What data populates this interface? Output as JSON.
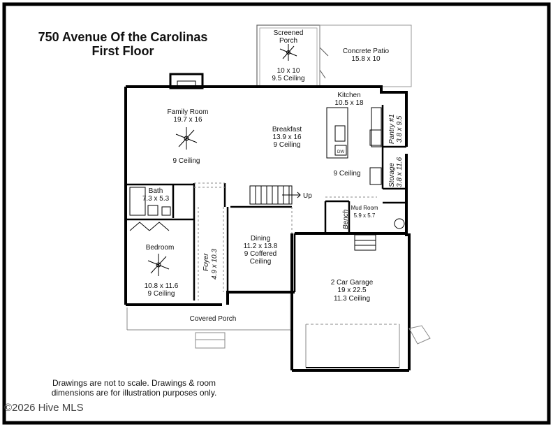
{
  "title": {
    "line1": "750 Avenue Of the Carolinas",
    "line2": "First Floor"
  },
  "rooms": {
    "screened_porch": {
      "name_l1": "Screened",
      "name_l2": "Porch",
      "dims": "10 x 10",
      "ceiling": "9.5 Ceiling"
    },
    "concrete_patio": {
      "name": "Concrete Patio",
      "dims": "15.8 x 10"
    },
    "kitchen": {
      "name": "Kitchen",
      "dims": "10.5 x 18"
    },
    "pantry": {
      "name": "Pantry #1",
      "dims": "3.8 x 9.5"
    },
    "family_room": {
      "name": "Family Room",
      "dims": "19.7 x 16",
      "ceiling": "9 Ceiling"
    },
    "breakfast": {
      "name": "Breakfast",
      "dims": "13.9 x 16",
      "ceiling": "9 Ceiling"
    },
    "kitchen_ceiling": "9 Ceiling",
    "storage": {
      "name": "Storage",
      "dims": "3.8 x 11.6"
    },
    "bath": {
      "name": "Bath",
      "dims": "7.3 x 5.3"
    },
    "up": "Up",
    "mud_room": {
      "name": "Mud Room",
      "dims": "5.9 x 5.7"
    },
    "bench": "Bench",
    "dw": "DW",
    "bedroom": {
      "name": "Bedroom",
      "dims": "10.8 x 11.6",
      "ceiling": "9 Ceiling"
    },
    "foyer": {
      "name": "Foyer",
      "dims": "4.9 x 10.3"
    },
    "dining": {
      "name": "Dining",
      "dims": "11.2 x 13.8",
      "ceiling_l1": "9 Coffered",
      "ceiling_l2": "Ceiling"
    },
    "garage": {
      "name": "2 Car Garage",
      "dims": "19 x 22.5",
      "ceiling": "11.3 Ceiling"
    },
    "covered_porch": {
      "name": "Covered Porch"
    }
  },
  "disclaimer": {
    "line1": "Drawings are not to scale. Drawings & room",
    "line2": "dimensions are for illustration purposes only."
  },
  "watermark": "©2026 Hive MLS"
}
